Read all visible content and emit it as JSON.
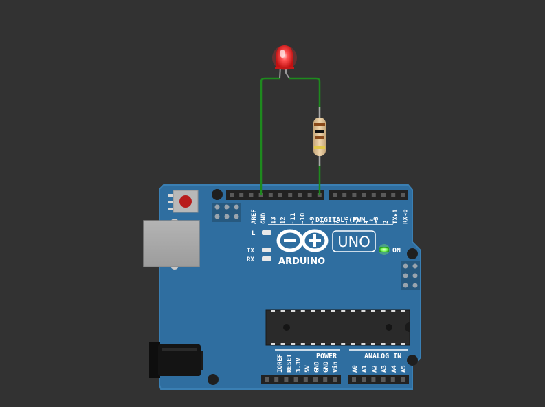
{
  "colors": {
    "background": "#323232",
    "board": "#2f6ea0",
    "board_edge": "#3a7fb3",
    "wire": "#1e8a1e",
    "led": "#ff3030",
    "header": "#222222",
    "silkscreen": "#ffffff",
    "on_led": "#7dff5a"
  },
  "board": {
    "brand": "ARDUINO",
    "model": "UNO",
    "digital_label": "DIGITAL (PWM ~)",
    "power_label": "POWER",
    "analog_label": "ANALOG IN",
    "on_label": "ON",
    "l_label": "L",
    "tx_label": "TX",
    "rx_label": "RX",
    "digital_pins": [
      "AREF",
      "GND",
      "13",
      "12",
      "~11",
      "~10",
      "~9",
      "8",
      "7",
      "~6",
      "~5",
      "4",
      "~3",
      "2",
      "TX▸1",
      "RX◂0"
    ],
    "power_pins": [
      "IOREF",
      "RESET",
      "3.3V",
      "5V",
      "GND",
      "GND",
      "Vin"
    ],
    "analog_pins": [
      "A0",
      "A1",
      "A2",
      "A3",
      "A4",
      "A5"
    ]
  },
  "components": {
    "led": "led-icon",
    "resistor": "resistor-icon",
    "reset_button": "reset-button-icon",
    "usb": "usb-port-icon",
    "power_jack": "power-jack-icon",
    "chip": "microcontroller-icon"
  }
}
